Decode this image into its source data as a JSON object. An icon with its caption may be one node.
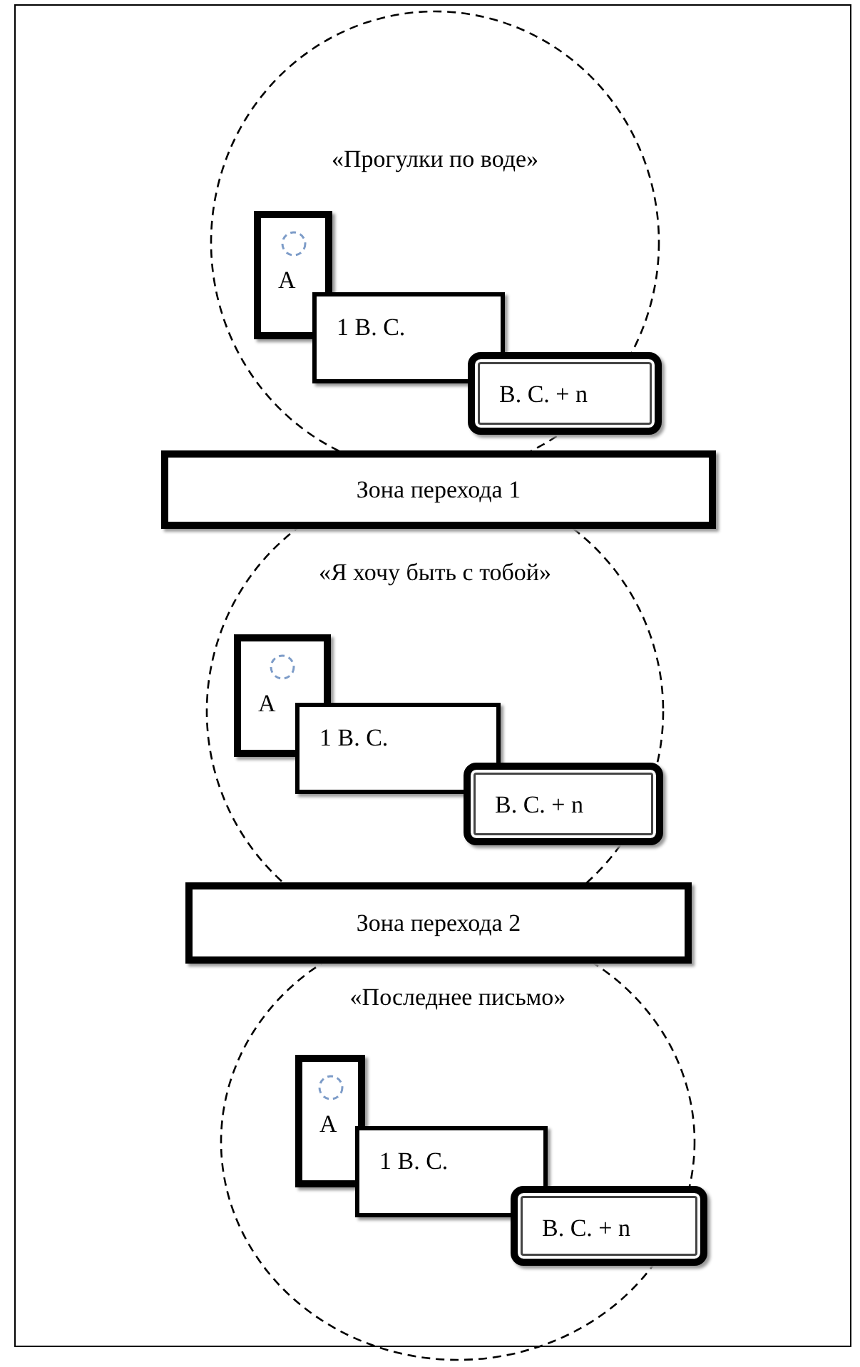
{
  "diagram": {
    "nodes": [
      {
        "text": [
          "«Прогулки по воде»"
        ]
      },
      {
        "text": [
          "А"
        ],
        "in": 0
      },
      {
        "text": [
          "1 В. С."
        ],
        "in": 0
      },
      {
        "text": [
          "В. С. + n"
        ],
        "in": 0
      },
      {
        "text": [
          "Зона перехода 1"
        ]
      },
      {
        "text": [
          "«Я хочу быть с тобой»"
        ]
      },
      {
        "text": [
          "А"
        ],
        "in": 5
      },
      {
        "text": [
          "1 В. С."
        ],
        "in": 5
      },
      {
        "text": [
          "В. С. + n"
        ],
        "in": 5
      },
      {
        "text": [
          "Зона перехода 2"
        ]
      },
      {
        "text": [
          "«Последнее письмо»"
        ]
      },
      {
        "text": [
          "А"
        ],
        "in": 10
      },
      {
        "text": [
          "1 В. С."
        ],
        "in": 10
      },
      {
        "text": [
          "В. С. + n"
        ],
        "in": 10
      }
    ]
  }
}
